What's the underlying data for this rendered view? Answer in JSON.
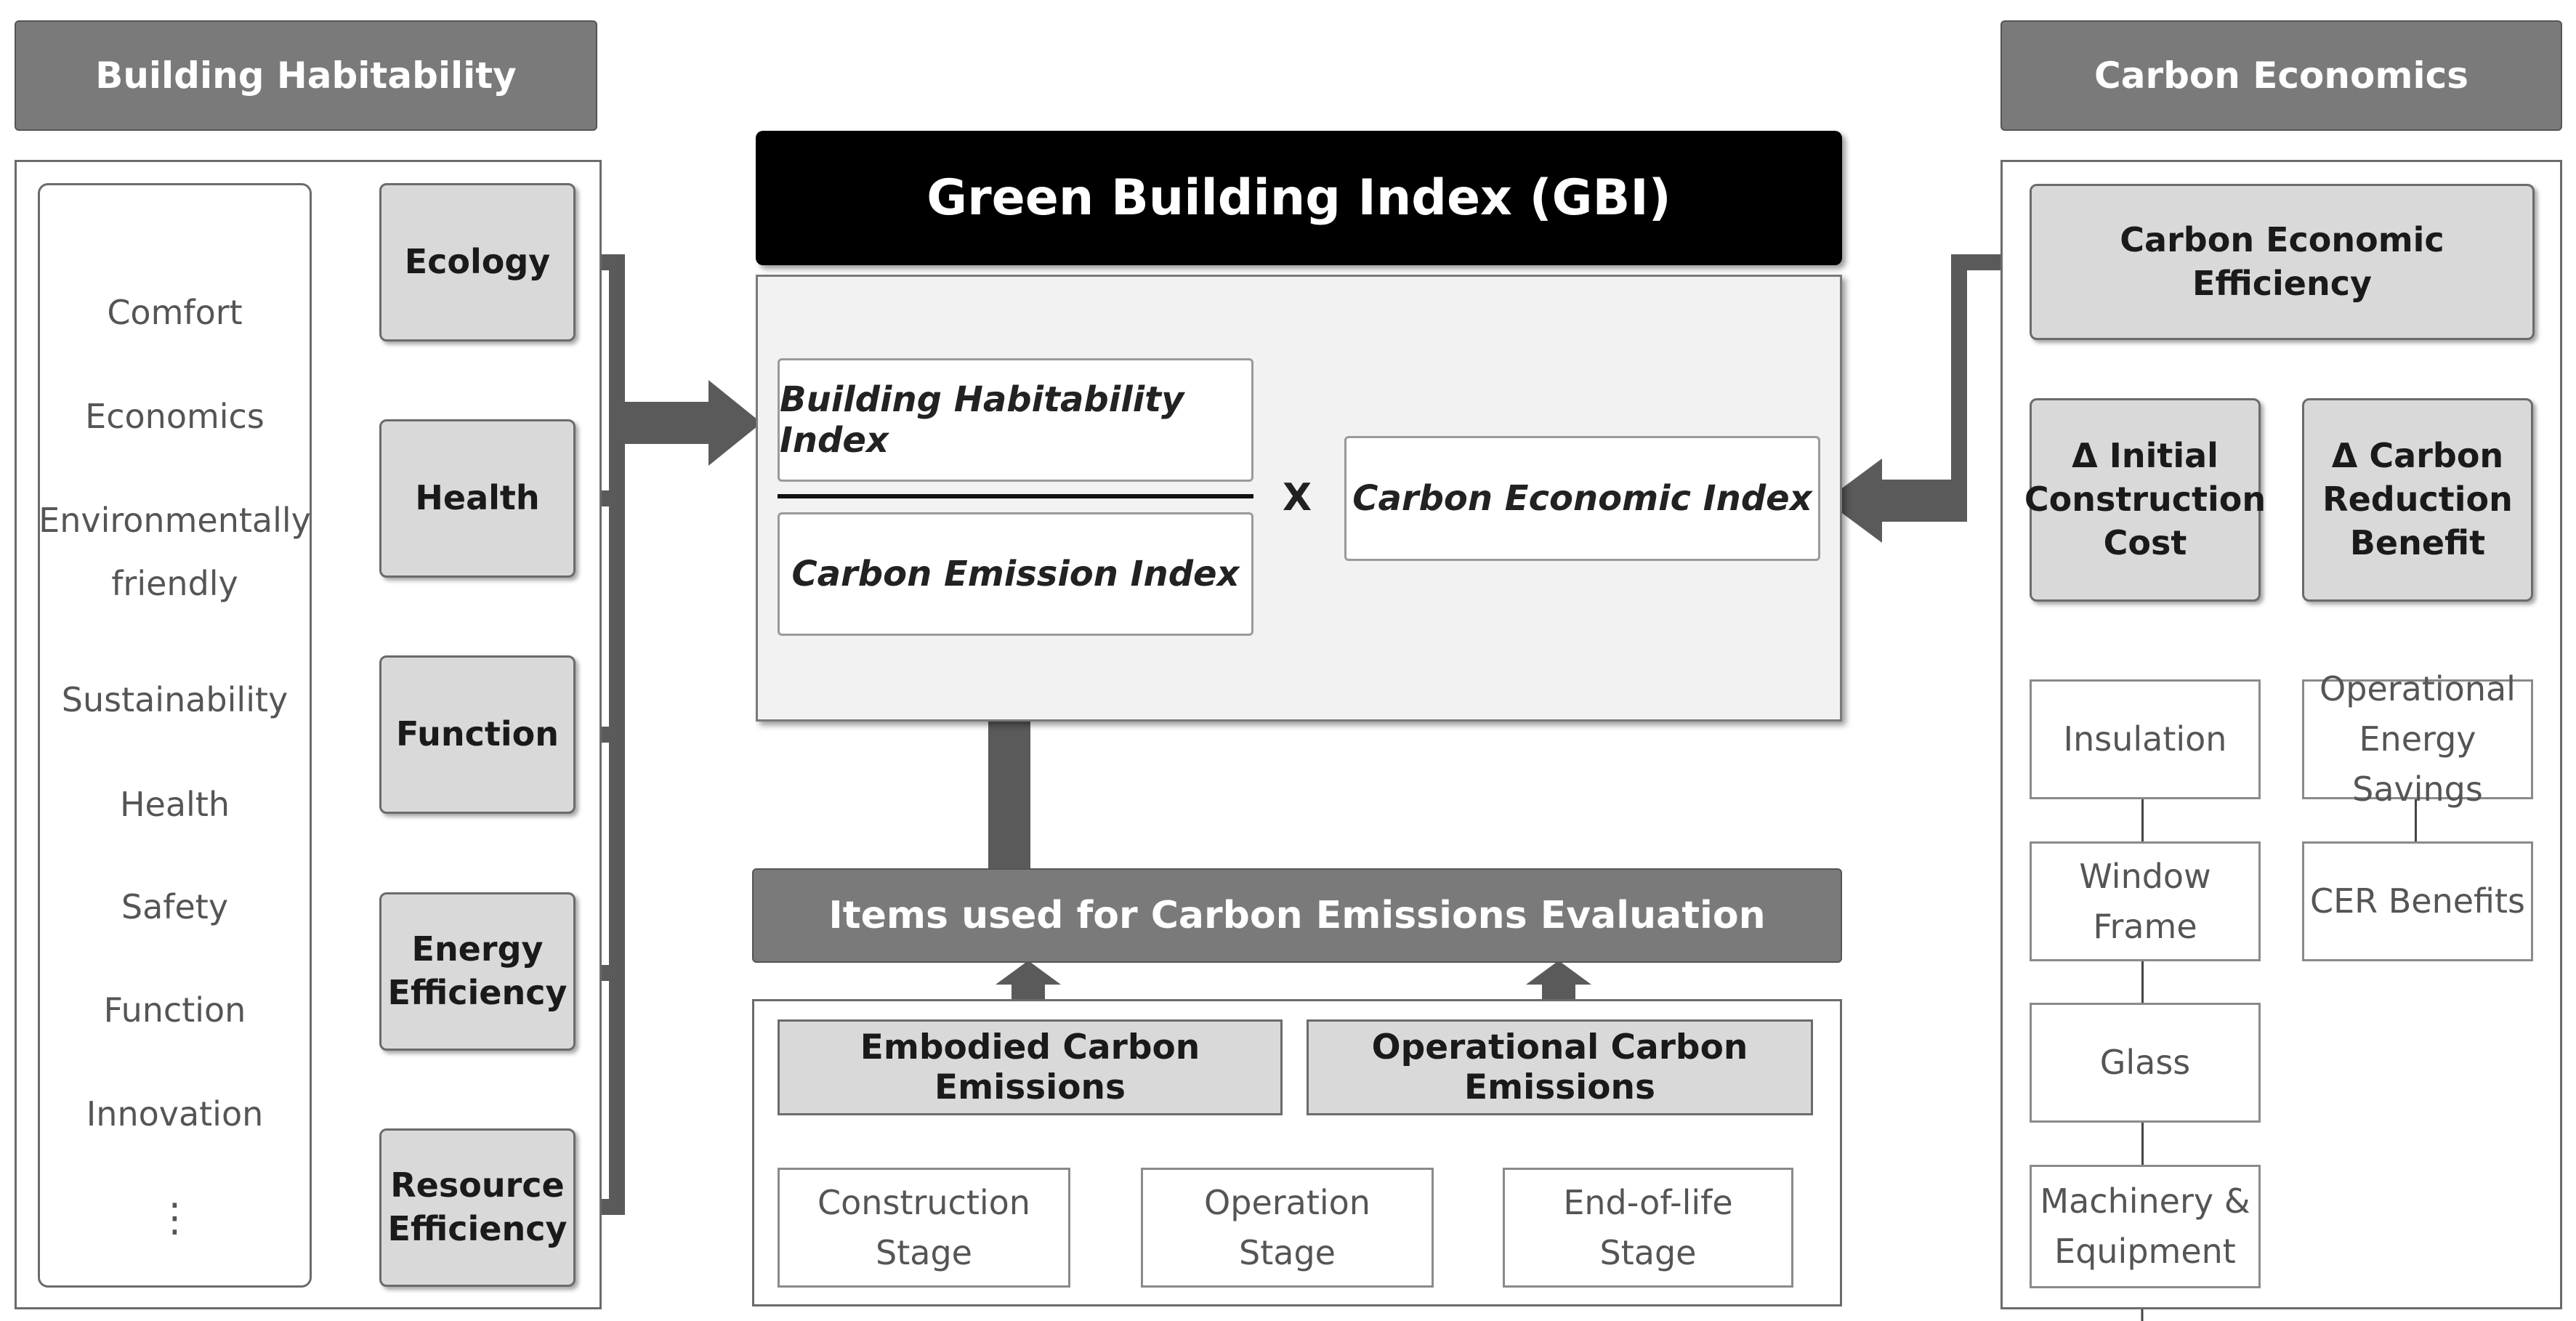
{
  "title": "Green Building Index (GBI)",
  "left": {
    "header": "Building Habitability",
    "criteria": [
      "Comfort",
      "Economics",
      "Environmentally friendly",
      "Sustainability",
      "Health",
      "Safety",
      "Function",
      "Innovation",
      "⋮"
    ],
    "categories": [
      "Ecology",
      "Health",
      "Function",
      "Energy Efficiency",
      "Resource Efficiency"
    ]
  },
  "right": {
    "header": "Carbon Economics",
    "efficiency": "Carbon Economic Efficiency",
    "delta_cost": "Δ Initial Construction Cost",
    "delta_benefit": "Δ Carbon Reduction Benefit",
    "cost_items": [
      "Insulation",
      "Window Frame",
      "Glass",
      "Machinery & Equipment"
    ],
    "benefit_items": [
      "Operational Energy Savings",
      "CER Benefits"
    ]
  },
  "center": {
    "numerator": "Building Habitability Index",
    "denominator": "Carbon Emission Index",
    "operator": "X",
    "multiplier": "Carbon Economic Index",
    "evaluation_header": "Items used for Carbon Emissions Evaluation",
    "emission_types": [
      "Embodied Carbon Emissions",
      "Operational Carbon Emissions"
    ],
    "stages": [
      "Construction Stage",
      "Operation Stage",
      "End-of-life Stage"
    ]
  }
}
